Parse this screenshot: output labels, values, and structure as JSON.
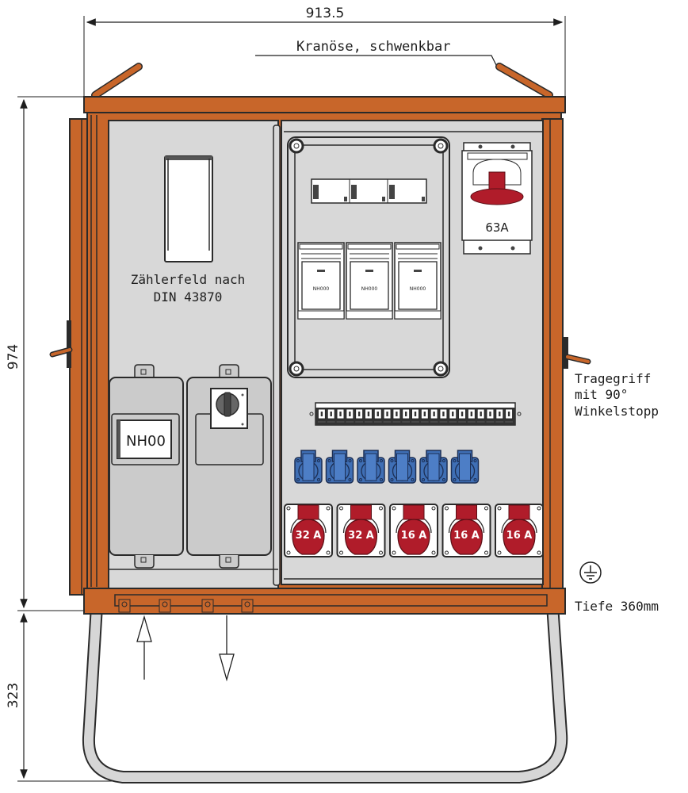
{
  "dimensions": {
    "width_label": "913.5",
    "height_label": "974",
    "stand_height_label": "323"
  },
  "annotations": {
    "crane_eye": "Kranöse, schwenkbar",
    "handle_line1": "Tragegriff",
    "handle_line2": "mit 90°",
    "handle_line3": "Winkelstopp",
    "depth": "Tiefe 360mm",
    "meter_field_line1": "Zählerfeld nach",
    "meter_field_line2": "DIN 43870"
  },
  "left_panel": {
    "fuse_label": "NH00",
    "icons": [
      "meter-window-icon",
      "rotary-switch-icon"
    ]
  },
  "right_panel": {
    "main_socket_label": "63A",
    "fuse_bases": [
      "NH000",
      "NH000",
      "NH000"
    ],
    "mcb_count": 21,
    "schuko_count": 6,
    "cee_sockets": [
      "32 A",
      "32 A",
      "16 A",
      "16 A",
      "16 A"
    ]
  },
  "colors": {
    "housing": "#c8662a",
    "outline": "#2a2a2a",
    "panel": "#d8d8d8",
    "module": "#cbcbcb",
    "cee_red": "#b01c2a",
    "schuko_blue": "#3f6fb5",
    "stand": "#d6d6d6"
  },
  "symbols": [
    "earth-ground-icon",
    "arrow-up-icon",
    "arrow-down-icon"
  ]
}
